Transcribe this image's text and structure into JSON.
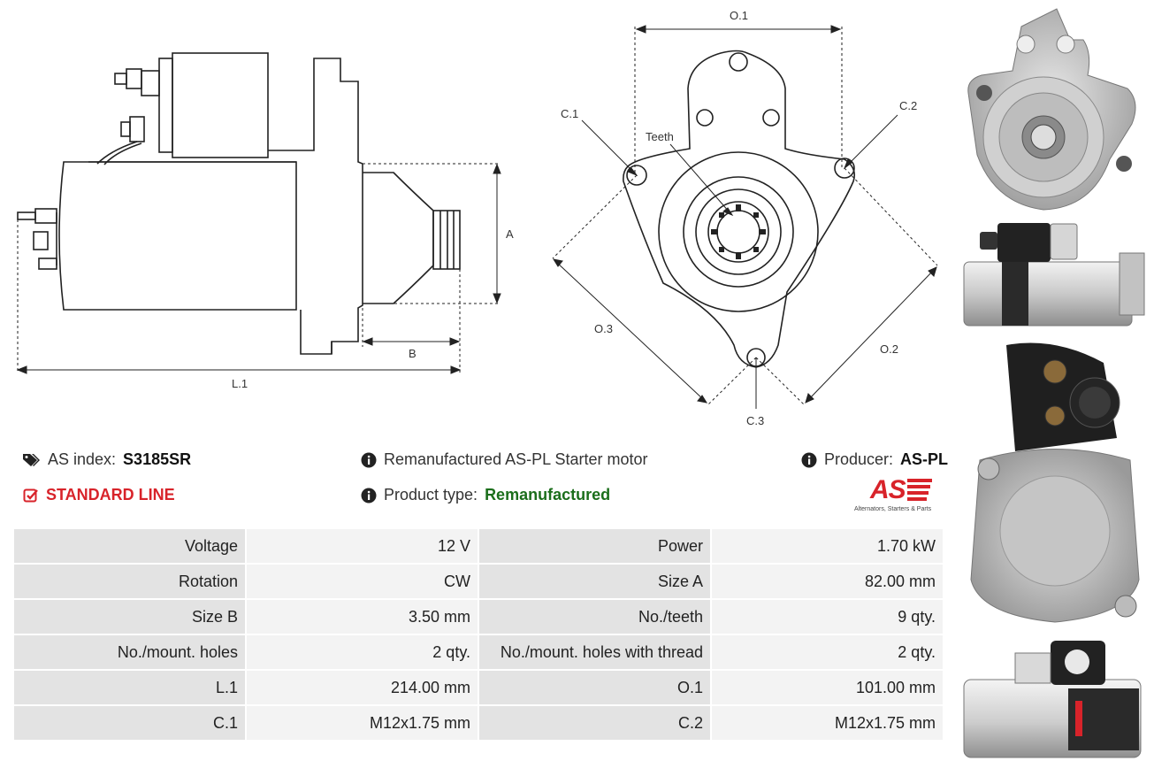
{
  "drawing_labels": {
    "a": "A",
    "b": "B",
    "l1": "L.1",
    "o1": "O.1",
    "o2": "O.2",
    "o3": "O.3",
    "c1": "C.1",
    "c2": "C.2",
    "c3": "C.3",
    "teeth": "Teeth"
  },
  "info": {
    "as_index_label": "AS index:",
    "as_index_value": "S3185SR",
    "line_label": "STANDARD LINE",
    "description": "Remanufactured AS-PL Starter motor",
    "product_type_label": "Product type:",
    "product_type_value": "Remanufactured",
    "producer_label": "Producer:",
    "producer_value": "AS-PL"
  },
  "logo": {
    "letters": "AS",
    "tagline": "Alternators, Starters & Parts",
    "color": "#d8232a"
  },
  "specs": [
    [
      {
        "k": "Voltage",
        "v": "12 V"
      },
      {
        "k": "Power",
        "v": "1.70 kW"
      }
    ],
    [
      {
        "k": "Rotation",
        "v": "CW"
      },
      {
        "k": "Size A",
        "v": "82.00 mm"
      }
    ],
    [
      {
        "k": "Size B",
        "v": "3.50 mm"
      },
      {
        "k": "No./teeth",
        "v": "9 qty."
      }
    ],
    [
      {
        "k": "No./mount. holes",
        "v": "2 qty."
      },
      {
        "k": "No./mount. holes with thread",
        "v": "2 qty."
      }
    ],
    [
      {
        "k": "L.1",
        "v": "214.00 mm"
      },
      {
        "k": "O.1",
        "v": "101.00 mm"
      }
    ],
    [
      {
        "k": "C.1",
        "v": "M12x1.75 mm"
      },
      {
        "k": "C.2",
        "v": "M12x1.75 mm"
      }
    ]
  ]
}
